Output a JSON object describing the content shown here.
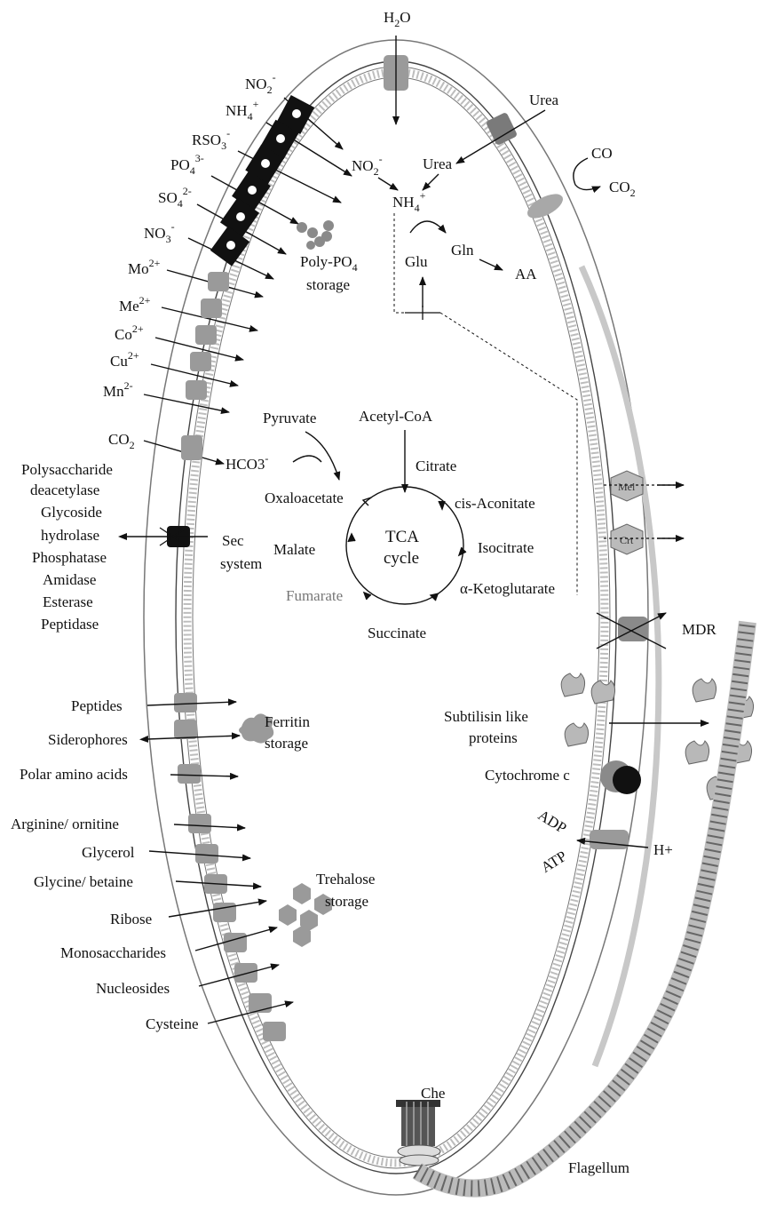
{
  "left_labels": {
    "no2_top": [
      "NO",
      "2",
      "-"
    ],
    "nh4": [
      "NH",
      "4",
      "+"
    ],
    "rso3": [
      "RSO",
      "3",
      "-"
    ],
    "po4": [
      "PO",
      "4",
      "3-"
    ],
    "so4": [
      "SO",
      "4",
      "2-"
    ],
    "no3": [
      "NO",
      "3",
      "-"
    ],
    "mo": [
      "Mo",
      "",
      "2+"
    ],
    "me": [
      "Me",
      "",
      "2+"
    ],
    "co_ion": [
      "Co",
      "",
      "2+"
    ],
    "cu": [
      "Cu",
      "",
      "2+"
    ],
    "mn": [
      "Mn",
      "",
      "2-"
    ],
    "co2_left": [
      "CO",
      "2",
      ""
    ]
  },
  "enzymes": [
    "Polysaccharide",
    "deacetylase",
    "Glycoside",
    "hydrolase",
    "Phosphatase",
    "Amidase",
    "Esterase",
    "Peptidase"
  ],
  "transport_labels": [
    "Peptides",
    "Siderophores",
    "Polar amino acids",
    "Arginine/ ornitine",
    "Glycerol",
    "Glycine/ betaine",
    "Ribose",
    "Monosaccharides",
    "Nucleosides",
    "Cysteine"
  ],
  "top": {
    "h2o": [
      "H",
      "2",
      "O"
    ],
    "urea_out": "Urea",
    "urea_in": "Urea",
    "co_out": "CO",
    "co2_out": [
      "CO",
      "2"
    ],
    "no2_in": [
      "NO",
      "2",
      "-"
    ],
    "nh4_in": [
      "NH",
      "4",
      "+"
    ],
    "glu": "Glu",
    "gln": "Gln",
    "aa": "AA",
    "polypo4": [
      "Poly-PO",
      "4"
    ],
    "polypo4_storage": "storage"
  },
  "tca": {
    "pyruvate": "Pyruvate",
    "acetyl_coa": "Acetyl-CoA",
    "hco3": [
      "HCO3",
      "-"
    ],
    "citrate": "Citrate",
    "oxaloacetate": "Oxaloacetate",
    "cis_aconitate": "cis-Aconitate",
    "isocitrate": "Isocitrate",
    "ketoglutarate": "α-Ketoglutarate",
    "succinate": "Succinate",
    "fumarate": "Fumarate",
    "malate": "Malate",
    "center_1": "TCA",
    "center_2": "cycle"
  },
  "sec": [
    "Sec",
    "system"
  ],
  "right": {
    "mel": "Mel",
    "crt": "Crt",
    "mdr": "MDR",
    "subtilisin_1": "Subtilisin like",
    "subtilisin_2": "proteins",
    "cytochrome": "Cytochrome c",
    "adp": "ADP",
    "atp": "ATP",
    "h_plus": "H+"
  },
  "storage": {
    "ferritin_1": "Ferritin",
    "ferritin_2": "storage",
    "trehalose_1": "Trehalose",
    "trehalose_2": "storage"
  },
  "bottom": {
    "che": "Che",
    "flagellum": "Flagellum"
  },
  "colors": {
    "transporter": "#9a9a9a",
    "dark_transporter": "#111111",
    "membrane": "#d8d8d8",
    "membrane_line": "#555555"
  }
}
